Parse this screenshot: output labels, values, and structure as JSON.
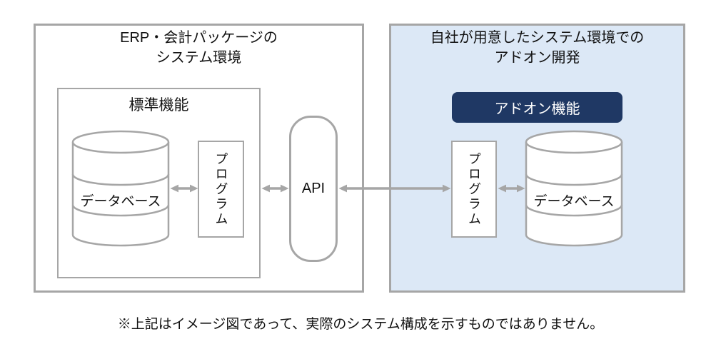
{
  "left_panel": {
    "title_lines": [
      "ERP・会計パッケージの",
      "システム環境"
    ],
    "standard_box_title": "標準機能",
    "database_label": "データベース",
    "program_label": "プログラム",
    "api_label": "API"
  },
  "right_panel": {
    "title_lines": [
      "自社が用意したシステム環境での",
      "アドオン開発"
    ],
    "addon_badge_label": "アドオン機能",
    "program_label": "プログラム",
    "database_label": "データベース"
  },
  "footnote": "※上記はイメージ図であって、実際のシステム構成を示すものではありません。",
  "colors": {
    "border_gray": "#a6a6a6",
    "right_panel_blue": "#dce8f6",
    "addon_badge_navy": "#1f3864",
    "badge_text": "#ffffff",
    "text": "#111111"
  }
}
